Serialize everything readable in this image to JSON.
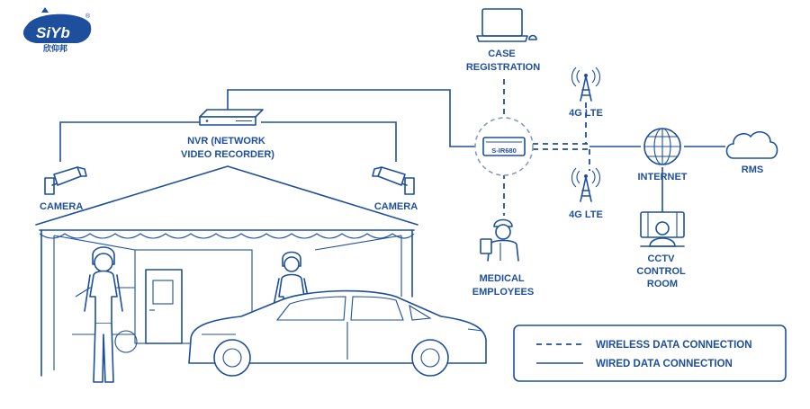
{
  "logo": {
    "brand": "SiYb",
    "subtitle": "欣仰邦",
    "mark": "®"
  },
  "colors": {
    "primary": "#1d4f9c",
    "background": "#ffffff"
  },
  "nodes": {
    "nvr": [
      "NVR (NETWORK",
      "VIDEO RECORDER)"
    ],
    "camera_left": [
      "CAMERA"
    ],
    "camera_right": [
      "CAMERA"
    ],
    "case_registration": [
      "CASE",
      "REGISTRATION"
    ],
    "router_model": "S-IR680",
    "lte_top": [
      "4G LTE"
    ],
    "lte_bottom": [
      "4G LTE"
    ],
    "internet": [
      "INTERNET"
    ],
    "rms": [
      "RMS"
    ],
    "cctv": [
      "CCTV",
      "CONTROL",
      "ROOM"
    ],
    "medical": [
      "MEDICAL",
      "EMPLOYEES"
    ]
  },
  "legend": {
    "wireless": "WIRELESS DATA CONNECTION",
    "wired": "WIRED DATA CONNECTION"
  },
  "icons": [
    "logo-icon",
    "nvr-icon",
    "camera-icon",
    "laptop-icon",
    "router-icon",
    "cell-tower-icon",
    "globe-icon",
    "cloud-icon",
    "cctv-room-icon",
    "medical-worker-icon",
    "tent-icon",
    "car-icon",
    "person-icon",
    "door-icon"
  ]
}
